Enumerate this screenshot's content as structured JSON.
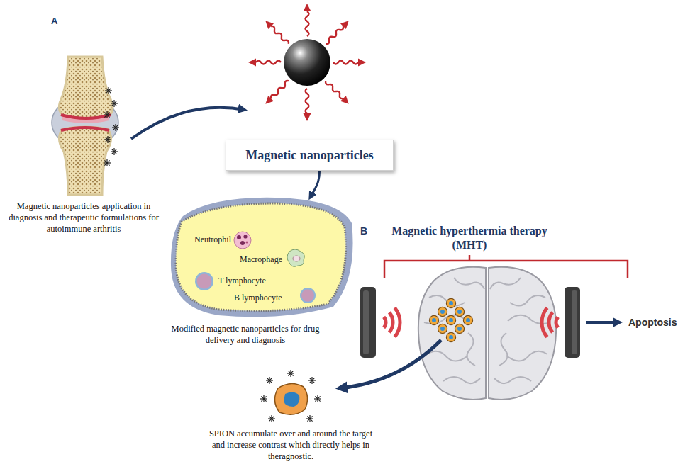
{
  "diagram": {
    "nodes": [
      {
        "text": [
          "Magnetic nanoparticles"
        ]
      },
      {
        "text": [
          "Neutrophil",
          "Macrophage",
          "T lymphocyte",
          "B lymphocyte"
        ]
      }
    ],
    "edges": [
      {
        "from": 0,
        "to": 1,
        "arrow": "to"
      }
    ],
    "labels": [
      "A",
      "Magnetic nanoparticles application in diagnosis and therapeutic formulations for autoimmune arthritis",
      "Modified magnetic nanoparticles for drug delivery and diagnosis",
      "B",
      "Magnetic hyperthermia therapy (MHT)",
      "Apoptosis",
      "SPION accumulate over and around the target and increase contrast which directly helps in theragnostic."
    ]
  }
}
